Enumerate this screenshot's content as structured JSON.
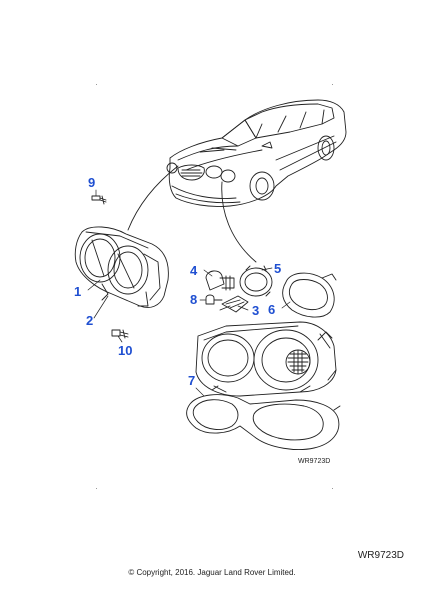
{
  "callouts": {
    "c1": "1",
    "c2": "2",
    "c3": "3",
    "c4": "4",
    "c5": "5",
    "c6": "6",
    "c7": "7",
    "c8": "8",
    "c9": "9",
    "c10": "10"
  },
  "diagram_code_small": "WR9723D",
  "diagram_code": "WR9723D",
  "copyright": "© Copyright, 2016. Jaguar Land Rover Limited.",
  "colors": {
    "callout": "#1f4fd1",
    "line": "#222222"
  }
}
